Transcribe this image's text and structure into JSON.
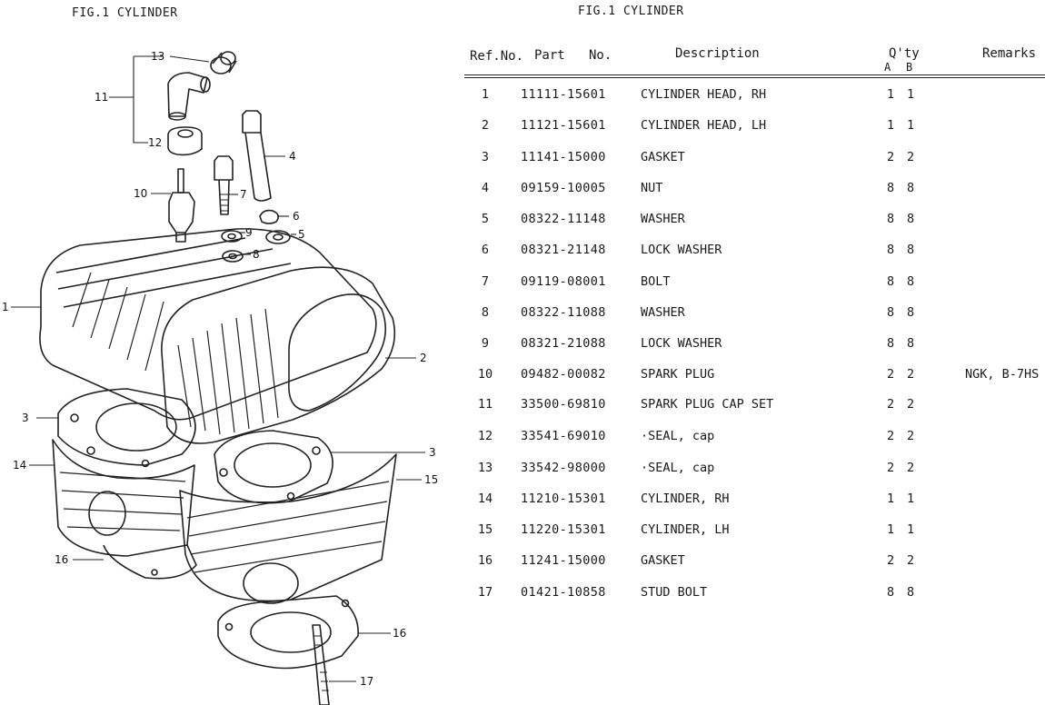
{
  "left_title": "FIG.1  CYLINDER",
  "right_title": "FIG.1  CYLINDER",
  "table": {
    "headers": {
      "ref": "Ref.No.",
      "part": "Part",
      "no": "No.",
      "description": "Description",
      "qty": "Q'ty",
      "qty_a": "A",
      "qty_b": "B",
      "remarks": "Remarks"
    },
    "rows": [
      {
        "ref": "1",
        "part": "11111-15601",
        "desc": "CYLINDER HEAD, RH",
        "a": "1",
        "b": "1",
        "remarks": ""
      },
      {
        "ref": "2",
        "part": "11121-15601",
        "desc": "CYLINDER HEAD, LH",
        "a": "1",
        "b": "1",
        "remarks": ""
      },
      {
        "ref": "3",
        "part": "11141-15000",
        "desc": "GASKET",
        "a": "2",
        "b": "2",
        "remarks": ""
      },
      {
        "ref": "4",
        "part": "09159-10005",
        "desc": "NUT",
        "a": "8",
        "b": "8",
        "remarks": ""
      },
      {
        "ref": "5",
        "part": "08322-11148",
        "desc": "WASHER",
        "a": "8",
        "b": "8",
        "remarks": ""
      },
      {
        "ref": "6",
        "part": "08321-21148",
        "desc": "LOCK WASHER",
        "a": "8",
        "b": "8",
        "remarks": ""
      },
      {
        "ref": "7",
        "part": "09119-08001",
        "desc": "BOLT",
        "a": "8",
        "b": "8",
        "remarks": ""
      },
      {
        "ref": "8",
        "part": "08322-11088",
        "desc": "WASHER",
        "a": "8",
        "b": "8",
        "remarks": ""
      },
      {
        "ref": "9",
        "part": "08321-21088",
        "desc": "LOCK WASHER",
        "a": "8",
        "b": "8",
        "remarks": ""
      },
      {
        "ref": "10",
        "part": "09482-00082",
        "desc": "SPARK PLUG",
        "a": "2",
        "b": "2",
        "remarks": "NGK, B-7HS"
      },
      {
        "ref": "11",
        "part": "33500-69810",
        "desc": "SPARK PLUG CAP SET",
        "a": "2",
        "b": "2",
        "remarks": ""
      },
      {
        "ref": "12",
        "part": "33541-69010",
        "desc": "·SEAL, cap",
        "a": "2",
        "b": "2",
        "remarks": ""
      },
      {
        "ref": "13",
        "part": "33542-98000",
        "desc": "·SEAL, cap",
        "a": "2",
        "b": "2",
        "remarks": ""
      },
      {
        "ref": "14",
        "part": "11210-15301",
        "desc": "CYLINDER, RH",
        "a": "1",
        "b": "1",
        "remarks": ""
      },
      {
        "ref": "15",
        "part": "11220-15301",
        "desc": "CYLINDER, LH",
        "a": "1",
        "b": "1",
        "remarks": ""
      },
      {
        "ref": "16",
        "part": "11241-15000",
        "desc": "GASKET",
        "a": "2",
        "b": "2",
        "remarks": ""
      },
      {
        "ref": "17",
        "part": "01421-10858",
        "desc": "STUD BOLT",
        "a": "8",
        "b": "8",
        "remarks": ""
      }
    ]
  },
  "callouts": {
    "c1": "1",
    "c2": "2",
    "c3a": "3",
    "c3b": "3",
    "c4": "4",
    "c5": "5",
    "c6": "6",
    "c7": "7",
    "c8": "8",
    "c9": "9",
    "c10": "10",
    "c11": "11",
    "c12": "12",
    "c13": "13",
    "c14": "14",
    "c15": "15",
    "c16a": "16",
    "c16b": "16",
    "c17": "17"
  }
}
